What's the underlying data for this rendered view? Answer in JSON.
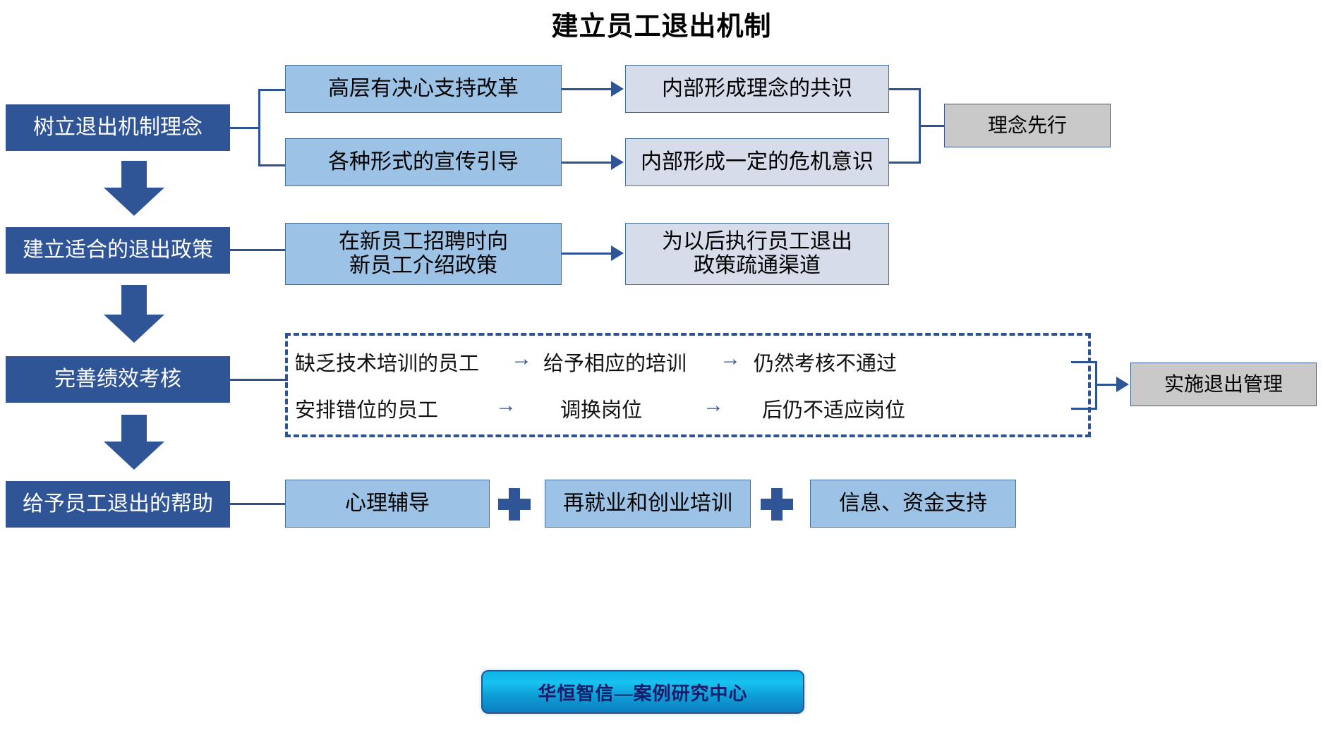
{
  "title": "建立员工退出机制",
  "colors": {
    "stage_fill": "#2F5597",
    "mid_fill": "#9CC3E5",
    "light_fill": "#D6DCE9",
    "gray_fill": "#C9C9C9",
    "line": "#2E5395",
    "badge_cyan": "#0FA2D8"
  },
  "stages": [
    {
      "label": "树立退出机制理念"
    },
    {
      "label": "建立适合的退出政策"
    },
    {
      "label": "完善绩效考核"
    },
    {
      "label": "给予员工退出的帮助"
    }
  ],
  "row1": {
    "causes": [
      {
        "label": "高层有决心支持改革"
      },
      {
        "label": "各种形式的宣传引导"
      }
    ],
    "effects": [
      {
        "label": "内部形成理念的共识"
      },
      {
        "label": "内部形成一定的危机意识"
      }
    ],
    "result": {
      "label": "理念先行"
    }
  },
  "row2": {
    "cause": {
      "line1": "在新员工招聘时向",
      "line2": "新员工介绍政策"
    },
    "effect": {
      "line1": "为以后执行员工退出",
      "line2": "政策疏通渠道"
    }
  },
  "row3": {
    "flows": [
      {
        "step1": "缺乏技术培训的员工",
        "step2": "给予相应的培训",
        "step3": "仍然考核不通过"
      },
      {
        "step1": "安排错位的员工",
        "step2": "调换岗位",
        "step3": "后仍不适应岗位"
      }
    ],
    "arrow_glyph": "→",
    "result": {
      "label": "实施退出管理"
    }
  },
  "row4": {
    "items": [
      {
        "label": "心理辅导"
      },
      {
        "label": "再就业和创业培训"
      },
      {
        "label": "信息、资金支持"
      }
    ],
    "separator": "+"
  },
  "footer": {
    "badge": "华恒智信—案例研究中心"
  }
}
